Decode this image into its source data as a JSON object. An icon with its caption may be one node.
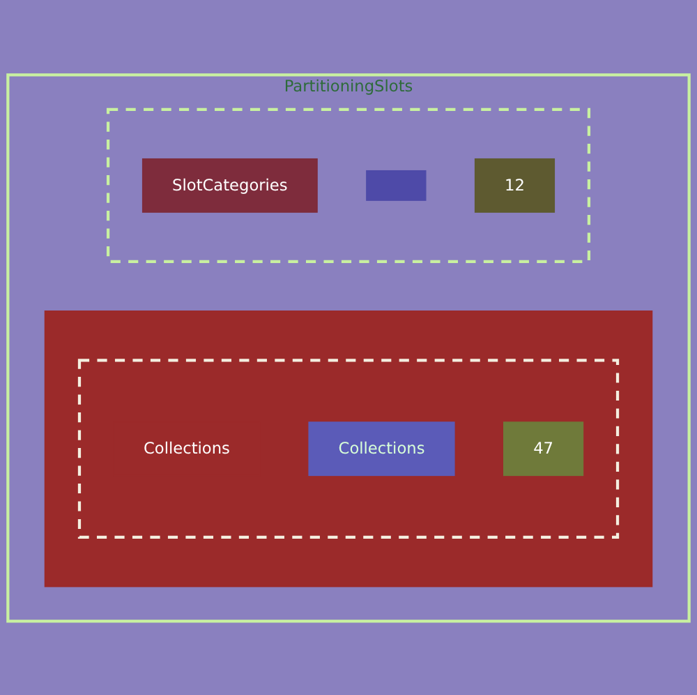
{
  "diagram": {
    "nodes": [
      {
        "text": [
          "PartitioningSlots"
        ]
      },
      {
        "text": [],
        "shape": "box",
        "in": 0
      },
      {
        "text": [],
        "shape": "box",
        "in": 1
      },
      {
        "text": [
          "Collections"
        ],
        "in": 2
      },
      {
        "text": [
          "Collections"
        ],
        "in": 2
      },
      {
        "text": [
          "47"
        ],
        "in": 2
      },
      {
        "text": [],
        "shape": "box",
        "in": 0
      },
      {
        "text": [
          "SlotCategories"
        ],
        "in": 6
      },
      {
        "text": [],
        "shape": "box",
        "in": 6
      },
      {
        "text": [
          "12"
        ],
        "in": 6
      }
    ]
  }
}
